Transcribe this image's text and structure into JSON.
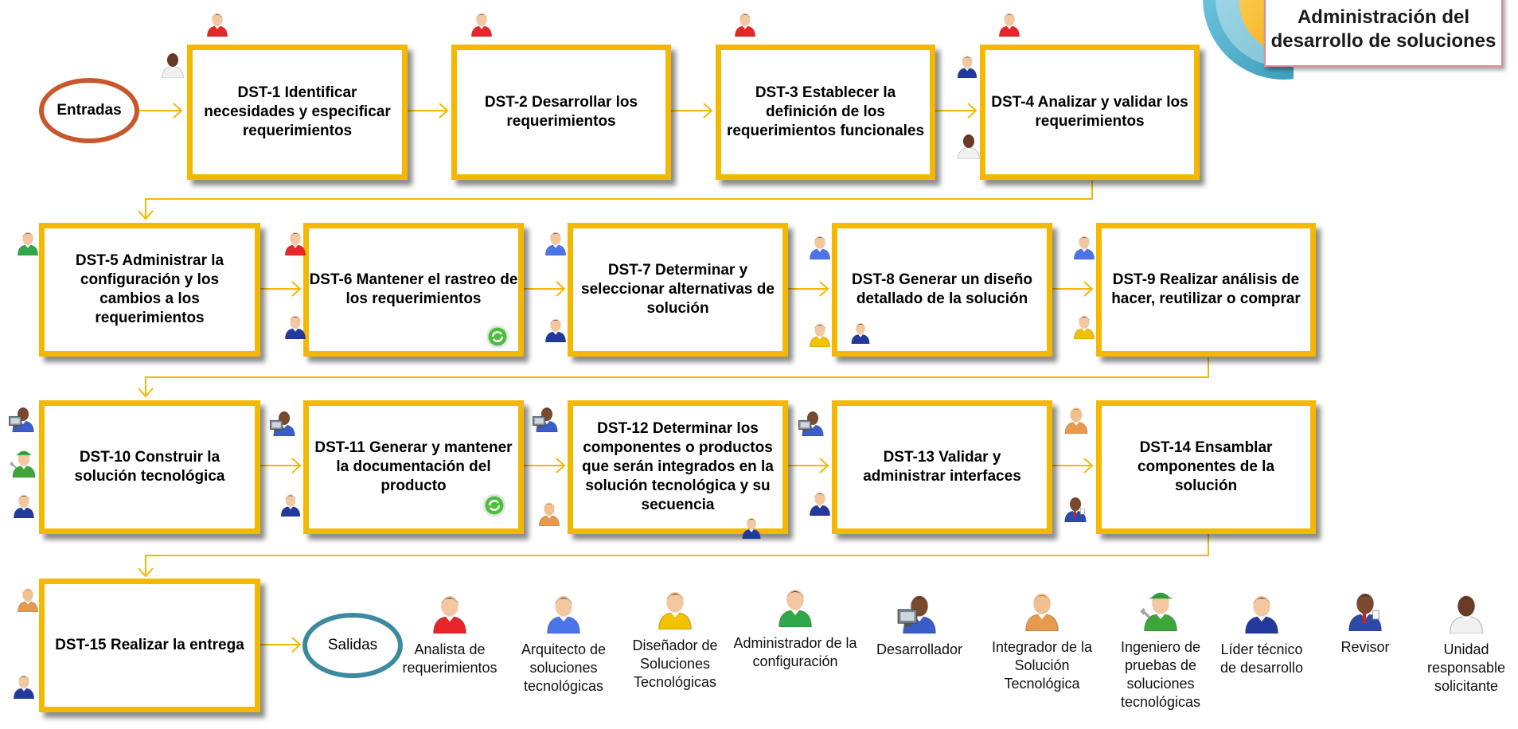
{
  "title": "Administración del desarrollo de soluciones",
  "terminals": {
    "input": "Entradas",
    "output": "Salidas"
  },
  "steps": [
    {
      "id": "DST-1",
      "label": "DST-1 Identificar necesidades y especificar requerimientos"
    },
    {
      "id": "DST-2",
      "label": "DST-2 Desarrollar los requerimientos"
    },
    {
      "id": "DST-3",
      "label": "DST-3 Establecer la definición de los requerimientos funcionales"
    },
    {
      "id": "DST-4",
      "label": "DST-4 Analizar y validar los requerimientos"
    },
    {
      "id": "DST-5",
      "label": "DST-5 Administrar la configuración y los cambios a los requerimientos"
    },
    {
      "id": "DST-6",
      "label": "DST-6 Mantener el rastreo de los requerimientos"
    },
    {
      "id": "DST-7",
      "label": "DST-7 Determinar y seleccionar alternativas de solución"
    },
    {
      "id": "DST-8",
      "label": "DST-8 Generar un diseño detallado de la solución"
    },
    {
      "id": "DST-9",
      "label": "DST-9 Realizar análisis de hacer, reutilizar o comprar"
    },
    {
      "id": "DST-10",
      "label": "DST-10 Construir la solución tecnológica"
    },
    {
      "id": "DST-11",
      "label": "DST-11 Generar y mantener la documentación del producto"
    },
    {
      "id": "DST-12",
      "label": "DST-12 Determinar los componentes o productos que serán integrados en la solución tecnológica y su secuencia"
    },
    {
      "id": "DST-13",
      "label": "DST-13 Validar y administrar interfaces"
    },
    {
      "id": "DST-14",
      "label": "DST-14 Ensamblar componentes de la solución"
    },
    {
      "id": "DST-15",
      "label": "DST-15 Realizar la entrega"
    }
  ],
  "roles": [
    {
      "key": "analista",
      "label": "Analista de requerimientos",
      "color": "#e8262a",
      "icon": "analyst-icon"
    },
    {
      "key": "arquitecto",
      "label": "Arquitecto de soluciones tecnológicas",
      "color": "#4a74e8",
      "icon": "architect-icon"
    },
    {
      "key": "disenador",
      "label": "Diseñador de Soluciones Tecnológicas",
      "color": "#f2c200",
      "icon": "designer-icon"
    },
    {
      "key": "administrador",
      "label": "Administrador de la configuración",
      "color": "#2fa84a",
      "icon": "config-admin-icon"
    },
    {
      "key": "desarrollador",
      "label": "Desarrollador",
      "color": "#3a5ec9",
      "icon": "developer-icon"
    },
    {
      "key": "integrador",
      "label": "Integrador de la Solución Tecnológica",
      "color": "#e79a4d",
      "icon": "integrator-icon"
    },
    {
      "key": "ingeniero",
      "label": "Ingeniero de pruebas de soluciones tecnológicas",
      "color": "#3ea53a",
      "icon": "test-engineer-icon"
    },
    {
      "key": "lider",
      "label": "Líder técnico de desarrollo",
      "color": "#233a9c",
      "icon": "tech-lead-icon"
    },
    {
      "key": "revisor",
      "label": "Revisor",
      "color": "#2d4aa8",
      "icon": "reviewer-icon"
    },
    {
      "key": "unidad",
      "label": "Unidad responsable solicitante",
      "color": "#f0f0f0",
      "icon": "requesting-unit-icon"
    }
  ],
  "colors": {
    "box_border": "#f5b800",
    "arrow": "#f5b800",
    "input_oval": "#c8582c",
    "output_oval": "#3b8aa0"
  }
}
